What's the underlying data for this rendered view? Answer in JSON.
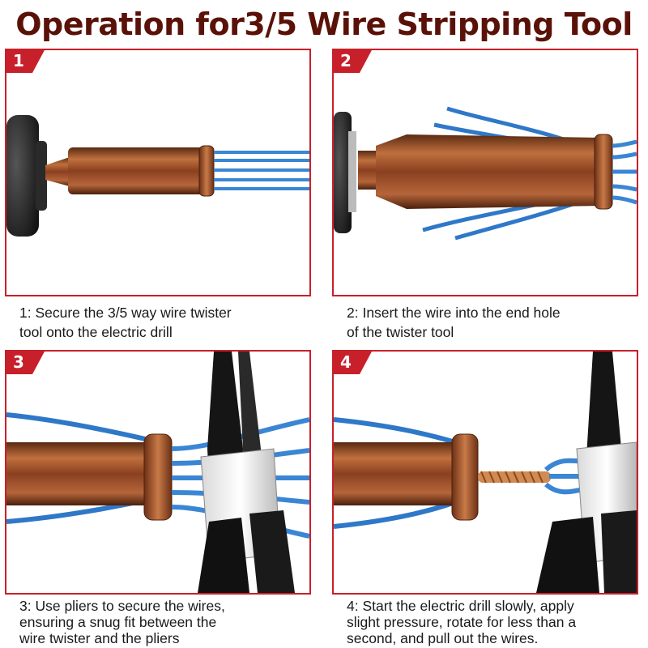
{
  "title": "Operation for3/5 Wire Stripping Tool",
  "colors": {
    "accent": "#c8202a",
    "title": "#5a1208",
    "wire": "#3a86d4",
    "copper": "#a0522d"
  },
  "steps": [
    {
      "number": "1",
      "lines": [
        "1: Secure the 3/5 way wire twister",
        "tool onto the electric drill"
      ]
    },
    {
      "number": "2",
      "lines": [
        "2: Insert the wire into the end hole",
        "of the twister tool"
      ]
    },
    {
      "number": "3",
      "lines": [
        "3: Use pliers to secure the wires,",
        "ensuring a snug fit between the",
        "wire twister and the pliers"
      ]
    },
    {
      "number": "4",
      "lines": [
        "4: Start the electric drill slowly, apply",
        "slight pressure, rotate for less than a",
        "second, and pull out the wires."
      ]
    }
  ]
}
